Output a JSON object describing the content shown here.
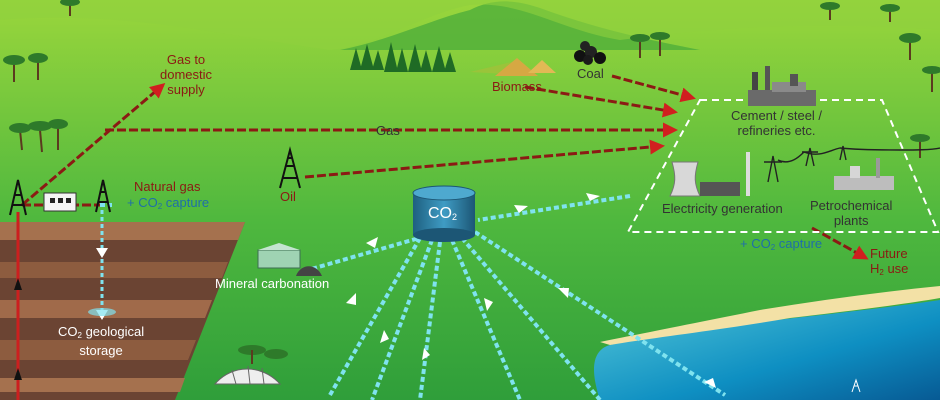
{
  "labels": {
    "gas_to_domestic": [
      "Gas to",
      "domestic",
      "supply"
    ],
    "coal": "Coal",
    "biomass": "Biomass",
    "gas": "Gas",
    "oil": "Oil",
    "cement": [
      "Cement / steel /",
      "refineries etc."
    ],
    "natural_gas": "Natural gas",
    "co2_capture_left": {
      "pre": "+ CO",
      "sub": "2",
      "post": " capture"
    },
    "electricity": "Electricity generation",
    "petrochemical": [
      "Petrochemical",
      "plants"
    ],
    "co2_capture_right": {
      "pre": "+ CO",
      "sub": "2",
      "post": " capture"
    },
    "future_h2": {
      "line1": "Future",
      "pre": "H",
      "sub": "2",
      "post": " use"
    },
    "mineral": "Mineral carbonation",
    "co2_tank": {
      "pre": "CO",
      "sub": "2"
    },
    "co2_storage": {
      "pre": "CO",
      "sub": "2",
      "post": " geological",
      "line2": "storage"
    }
  },
  "colors": {
    "sky": "#86cc3a",
    "field": "#3fae3c",
    "flow_red": "#8b1a14",
    "arrowhead_red": "#d11f1f",
    "co2_pipe": "#7fe3ef",
    "tank": "#2f7fa4",
    "sea": "#1aa0c8",
    "ground_brown": "#6b4433"
  },
  "icons": [
    "pine-trees",
    "palm-trees",
    "biomass-piles",
    "coal-pile",
    "oil-derrick",
    "gas-well",
    "factory-icon",
    "cooling-tower",
    "power-pylon",
    "mineral-plant",
    "greenhouse",
    "co2-tank"
  ]
}
